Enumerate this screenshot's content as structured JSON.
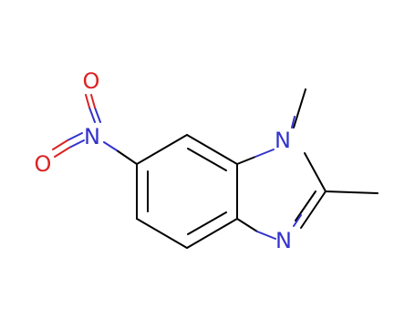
{
  "molecule": {
    "colors": {
      "bond": "#000000",
      "nitrogen": "#3333cc",
      "oxygen": "#dd2222",
      "background": "#ffffff"
    },
    "atom_labels": {
      "n1": "N",
      "n3": "N",
      "n_nitro": "N",
      "o_top": "O",
      "o_bottom": "O"
    }
  }
}
